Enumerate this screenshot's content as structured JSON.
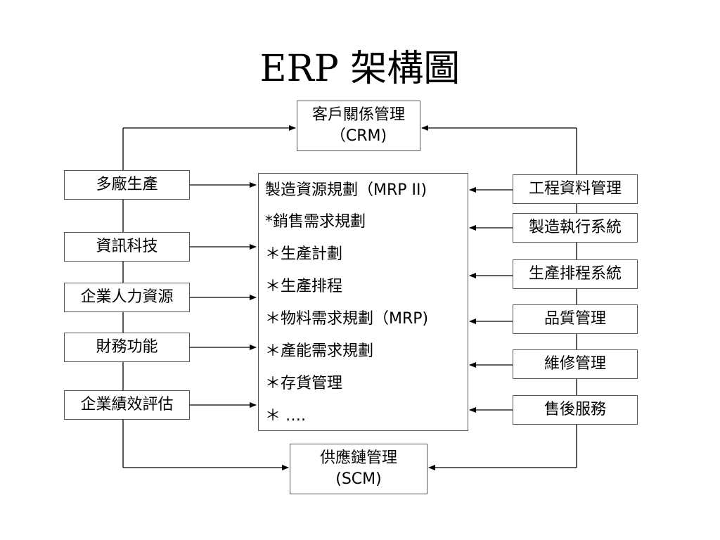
{
  "title": "ERP 架構圖",
  "top_module": {
    "line1": "客戶關係管理",
    "line2": "（CRM)"
  },
  "bottom_module": {
    "line1": "供應鏈管理",
    "line2": "(SCM)"
  },
  "left_modules": [
    "多廠生產",
    "資訊科技",
    "企業人力資源",
    "財務功能",
    "企業績效評估"
  ],
  "right_modules": [
    "工程資料管理",
    "製造執行系統",
    "生產排程系統",
    "品質管理",
    "維修管理",
    "售後服務"
  ],
  "core": {
    "title": "製造資源規劃（MRP II)",
    "items": [
      "*銷售需求規劃",
      "＊生產計劃",
      "＊生產排程",
      "＊物料需求規劃（MRP)",
      "＊產能需求規劃",
      "＊存貨管理",
      "＊ …."
    ]
  }
}
